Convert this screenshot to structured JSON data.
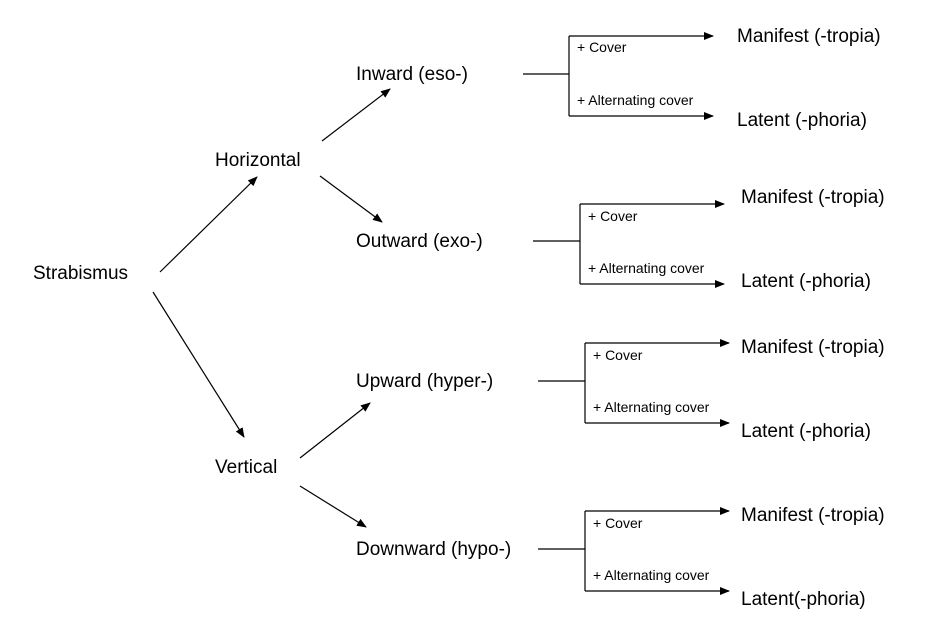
{
  "root": {
    "label": "Strabismus"
  },
  "axes": [
    {
      "label": "Horizontal"
    },
    {
      "label": "Vertical"
    }
  ],
  "directions": [
    {
      "label": "Inward (eso-)",
      "cover_test": "+ Cover",
      "alt_cover_test": "+ Alternating cover",
      "manifest": "Manifest (-tropia)",
      "latent": "Latent (-phoria)"
    },
    {
      "label": "Outward (exo-)",
      "cover_test": "+ Cover",
      "alt_cover_test": "+ Alternating cover",
      "manifest": "Manifest (-tropia)",
      "latent": "Latent (-phoria)"
    },
    {
      "label": "Upward (hyper-)",
      "cover_test": "+ Cover",
      "alt_cover_test": "+ Alternating cover",
      "manifest": "Manifest (-tropia)",
      "latent": "Latent (-phoria)"
    },
    {
      "label": "Downward (hypo-)",
      "cover_test": "+ Cover",
      "alt_cover_test": "+ Alternating cover",
      "manifest": "Manifest (-tropia)",
      "latent": "Latent(-phoria)"
    }
  ]
}
